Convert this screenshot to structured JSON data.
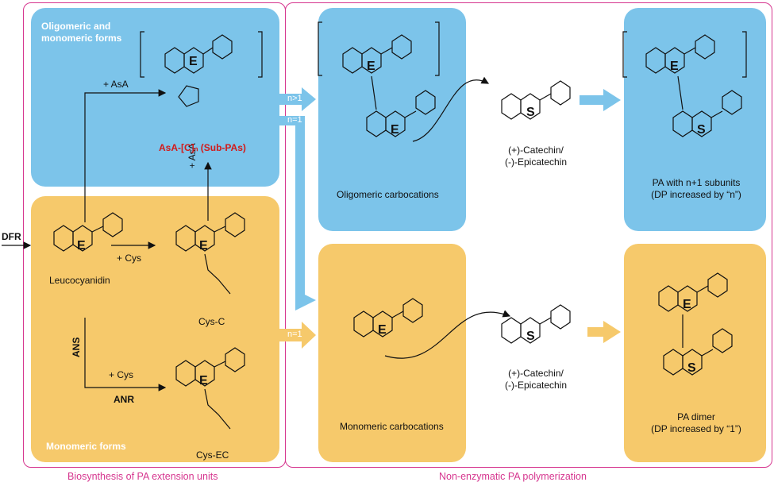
{
  "panels": {
    "top_left_title": "Oligomeric and monomeric forms",
    "bottom_left_title": "Monomeric forms",
    "section_left": "Biosynthesis of PA extension units",
    "section_right": "Non-enzymatic PA polymerization"
  },
  "labels": {
    "dfr": "DFR",
    "plus_asa_1": "+ AsA",
    "plus_asa_2": "+ AsA",
    "plus_cys_1": "+ Cys",
    "plus_cys_2": "+ Cys",
    "ans": "ANS",
    "anr": "ANR",
    "leucocyanidin": "Leucocyanidin",
    "cys_c": "Cys-C",
    "cys_ec": "Cys-EC",
    "asa_c": "AsA-[C]ₙ (Sub-PAs)",
    "oligomeric_carbocations": "Oligomeric carbocations",
    "monomeric_carbocations": "Monomeric carbocations",
    "catechin_1": "(+)-Catechin/\n(-)-Epicatechin",
    "catechin_2": "(+)-Catechin/\n(-)-Epicatechin",
    "pa_n1": "PA with n+1 subunits\n(DP increased by “n”)",
    "pa_dimer": "PA dimer\n(DP increased by “1”)",
    "n_gt_1": "n>1",
    "n_eq_1_a": "n=1",
    "n_eq_1_b": "n=1"
  },
  "colors": {
    "blue_panel": "#7cc4ea",
    "orange_panel": "#f6c96b",
    "frame": "#d6368f",
    "sub_pa_text": "#d21a1a"
  }
}
